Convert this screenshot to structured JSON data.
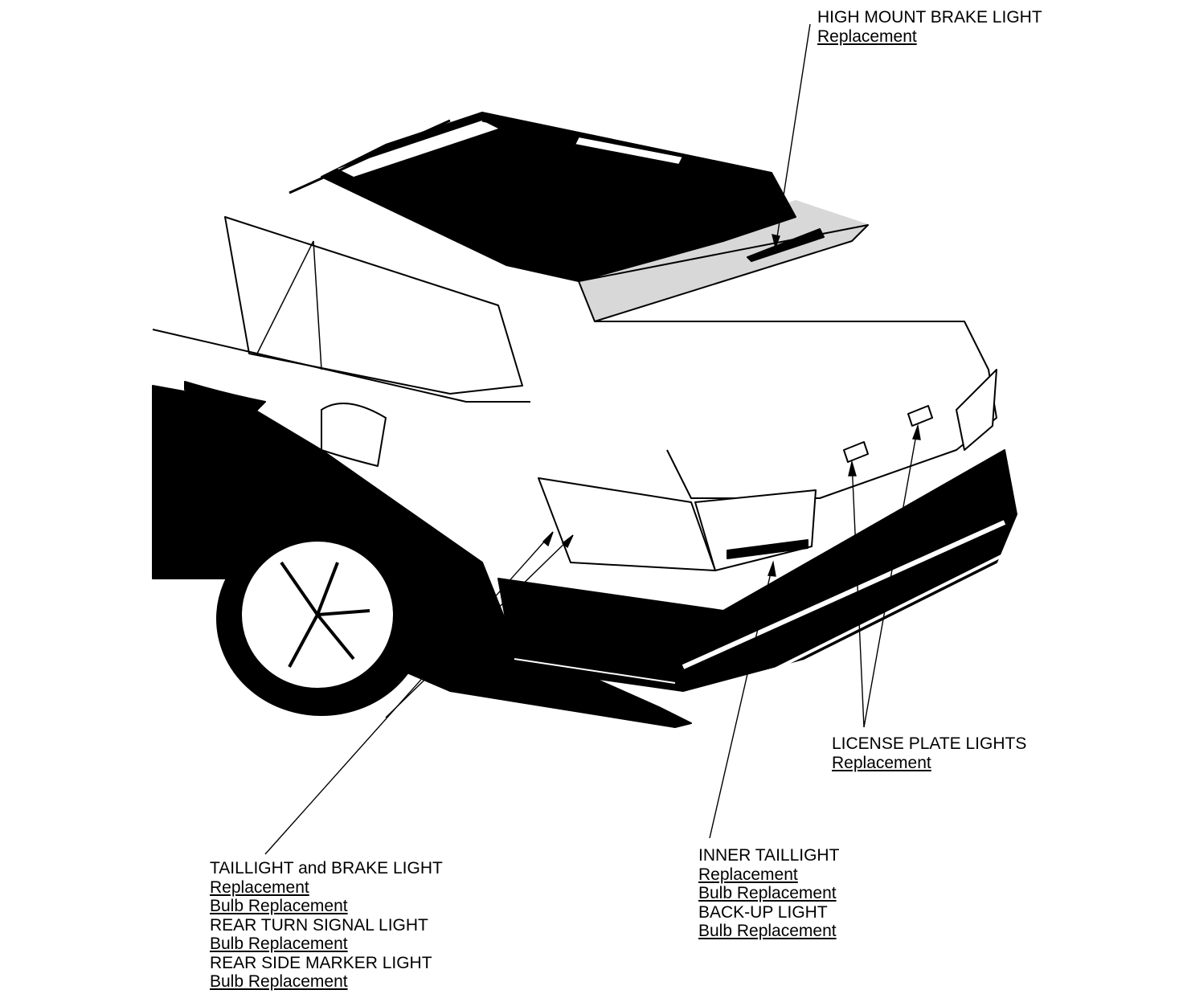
{
  "callouts": {
    "high_mount": {
      "heading": "HIGH MOUNT BRAKE LIGHT",
      "links": [
        "Replacement"
      ]
    },
    "license_plate": {
      "heading": "LICENSE PLATE LIGHTS",
      "links": [
        "Replacement"
      ]
    },
    "inner_taillight": {
      "heading": "INNER TAILLIGHT",
      "links": [
        "Replacement",
        "Bulb Replacement"
      ],
      "heading2": "BACK-UP LIGHT",
      "links2": [
        "Bulb Replacement"
      ]
    },
    "taillight": {
      "heading": "TAILLIGHT and BRAKE LIGHT",
      "links": [
        "Replacement",
        "Bulb Replacement"
      ],
      "heading2": "REAR TURN SIGNAL LIGHT",
      "links2": [
        "Bulb Replacement"
      ],
      "heading3": "REAR SIDE MARKER LIGHT",
      "links3": [
        "Bulb Replacement"
      ]
    }
  }
}
